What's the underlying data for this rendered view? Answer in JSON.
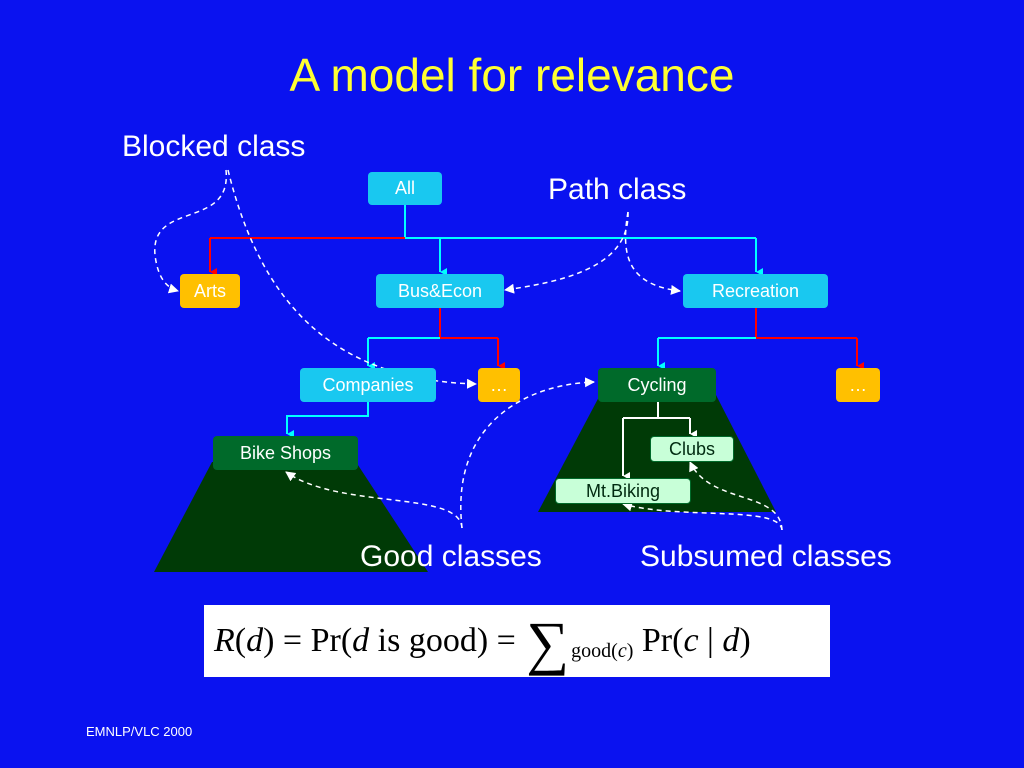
{
  "slide": {
    "title": "A model for relevance",
    "footer": "EMNLP/VLC 2000"
  },
  "callouts": {
    "blocked": "Blocked class",
    "path": "Path class",
    "good": "Good classes",
    "subsumed": "Subsumed classes"
  },
  "nodes": {
    "all": "All",
    "arts": "Arts",
    "bus_econ": "Bus&Econ",
    "recreation": "Recreation",
    "companies": "Companies",
    "ellipsis_bus": "…",
    "cycling": "Cycling",
    "ellipsis_rec": "…",
    "bike_shops": "Bike Shops",
    "clubs": "Clubs",
    "mt_biking": "Mt.Biking"
  },
  "formula": {
    "lhs_symbol": "R",
    "lhs_arg": "d",
    "pr": "Pr",
    "d": "d",
    "is_good": "is good",
    "sum_sub": "good(",
    "sum_sub_var": "c",
    "c": "c",
    "bar": "|"
  },
  "colors": {
    "background": "#0a12f0",
    "title": "#ffff33",
    "path_edge": "#00ffff",
    "blocked_edge": "#ff0000",
    "node_cyan": "#19c8f0",
    "node_orange": "#ffc000",
    "node_green": "#006a2a",
    "subtree_fill": "#003a06"
  }
}
